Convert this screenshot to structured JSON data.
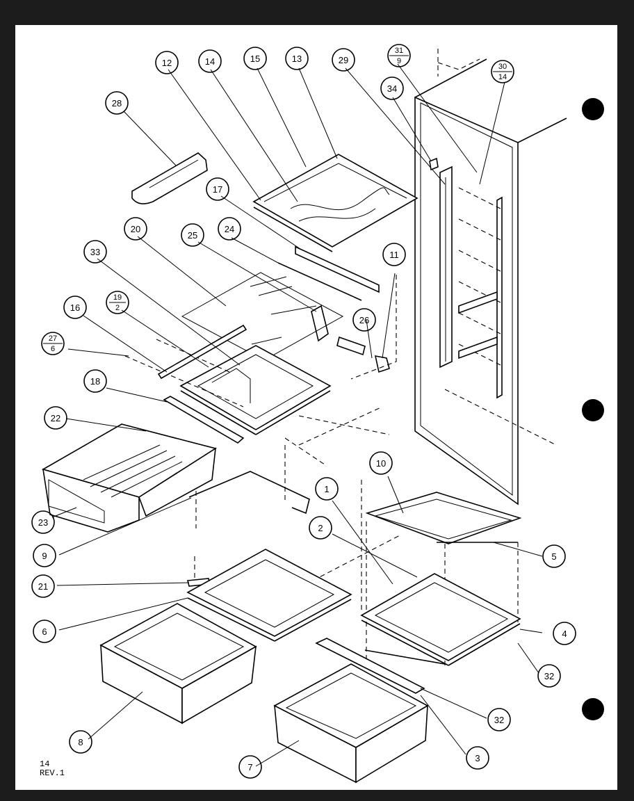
{
  "callouts": [
    {
      "id": "c1",
      "text": "1"
    },
    {
      "id": "c2",
      "text": "2"
    },
    {
      "id": "c3",
      "text": "3"
    },
    {
      "id": "c4",
      "text": "4"
    },
    {
      "id": "c5",
      "text": "5"
    },
    {
      "id": "c6",
      "text": "6"
    },
    {
      "id": "c7",
      "text": "7"
    },
    {
      "id": "c8",
      "text": "8"
    },
    {
      "id": "c9",
      "text": "9"
    },
    {
      "id": "c10",
      "text": "10"
    },
    {
      "id": "c11",
      "text": "11"
    },
    {
      "id": "c12",
      "text": "12"
    },
    {
      "id": "c13",
      "text": "13"
    },
    {
      "id": "c14",
      "text": "14"
    },
    {
      "id": "c15",
      "text": "15"
    },
    {
      "id": "c16",
      "text": "16"
    },
    {
      "id": "c17",
      "text": "17"
    },
    {
      "id": "c18",
      "text": "18"
    },
    {
      "id": "c20",
      "text": "20"
    },
    {
      "id": "c21",
      "text": "21"
    },
    {
      "id": "c22",
      "text": "22"
    },
    {
      "id": "c23",
      "text": "23"
    },
    {
      "id": "c24",
      "text": "24"
    },
    {
      "id": "c25",
      "text": "25"
    },
    {
      "id": "c26",
      "text": "26"
    },
    {
      "id": "c28",
      "text": "28"
    },
    {
      "id": "c29",
      "text": "29"
    },
    {
      "id": "c32a",
      "text": "32"
    },
    {
      "id": "c32b",
      "text": "32"
    },
    {
      "id": "c33",
      "text": "33"
    },
    {
      "id": "c34",
      "text": "34"
    }
  ],
  "fraction_callouts": [
    {
      "id": "f19",
      "top": "19",
      "bottom": "2"
    },
    {
      "id": "f27",
      "top": "27",
      "bottom": "6"
    },
    {
      "id": "f31",
      "top": "31",
      "bottom": "9"
    },
    {
      "id": "f30",
      "top": "30",
      "bottom": "14"
    }
  ],
  "footer": {
    "sheet": "14",
    "rev": "REV.1"
  }
}
